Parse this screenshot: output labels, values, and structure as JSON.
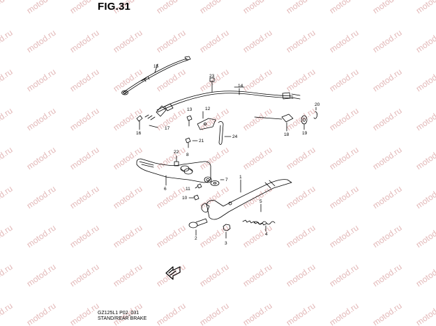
{
  "figure_title": "FIG.31",
  "watermark_text": "motod.ru",
  "footer": {
    "code": "GZ125L1 P02_031",
    "name": "STAND/REAR BRAKE"
  },
  "part_labels": {
    "p1": "1",
    "p2": "2",
    "p3": "3",
    "p4": "4",
    "p5": "5",
    "p6": "6",
    "p7": "7",
    "p8": "8",
    "p10": "10",
    "p11": "11",
    "p12": "12",
    "p13": "13",
    "p14": "14",
    "p15": "15",
    "p16": "16",
    "p17": "17",
    "p18": "18",
    "p19": "19",
    "p20": "20",
    "p21": "21",
    "p22": "22",
    "p23": "23",
    "p24": "24"
  },
  "colors": {
    "line": "#000000",
    "watermark": "#e3b9b9"
  }
}
